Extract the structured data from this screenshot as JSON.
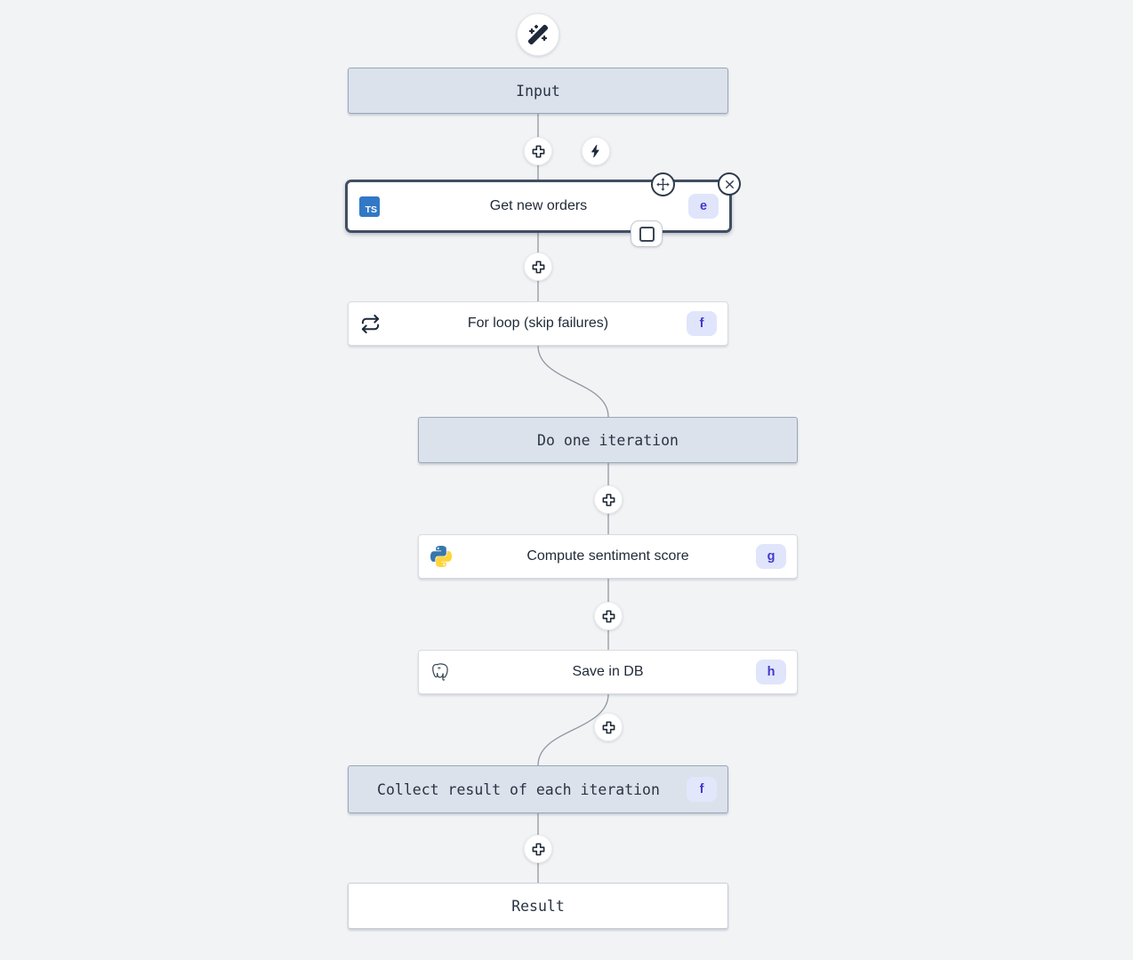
{
  "canvas": {
    "background": "#f2f3f5",
    "edge_color": "#8f97a2"
  },
  "colors": {
    "virtual_node_bg": "#dbe2ec",
    "virtual_node_border": "#9aa7b8",
    "selected_node_border": "#414e63",
    "badge_bg": "#e0e5fb",
    "badge_text": "#4338ca",
    "typescript_blue": "#3178c6",
    "icon_dark": "#1e293b"
  },
  "toolbar": {
    "ai_wand_icon": "wand-sparkles-icon"
  },
  "nodes": [
    {
      "id": "input",
      "label": "Input",
      "type": "virtual"
    },
    {
      "id": "get-new-orders",
      "label": "Get new orders",
      "badge": "e",
      "icon": "typescript-icon",
      "icon_text": "TS",
      "selected": true
    },
    {
      "id": "for-loop",
      "label": "For loop (skip failures)",
      "badge": "f",
      "icon": "repeat-icon"
    },
    {
      "id": "do-one-iteration",
      "label": "Do one iteration",
      "type": "virtual"
    },
    {
      "id": "compute-sentiment-score",
      "label": "Compute sentiment score",
      "badge": "g",
      "icon": "python-icon"
    },
    {
      "id": "save-in-db",
      "label": "Save in DB",
      "badge": "h",
      "icon": "postgresql-icon"
    },
    {
      "id": "collect-result",
      "label": "Collect result of each iteration",
      "badge": "f",
      "type": "virtual"
    },
    {
      "id": "result",
      "label": "Result",
      "type": "virtual"
    }
  ]
}
